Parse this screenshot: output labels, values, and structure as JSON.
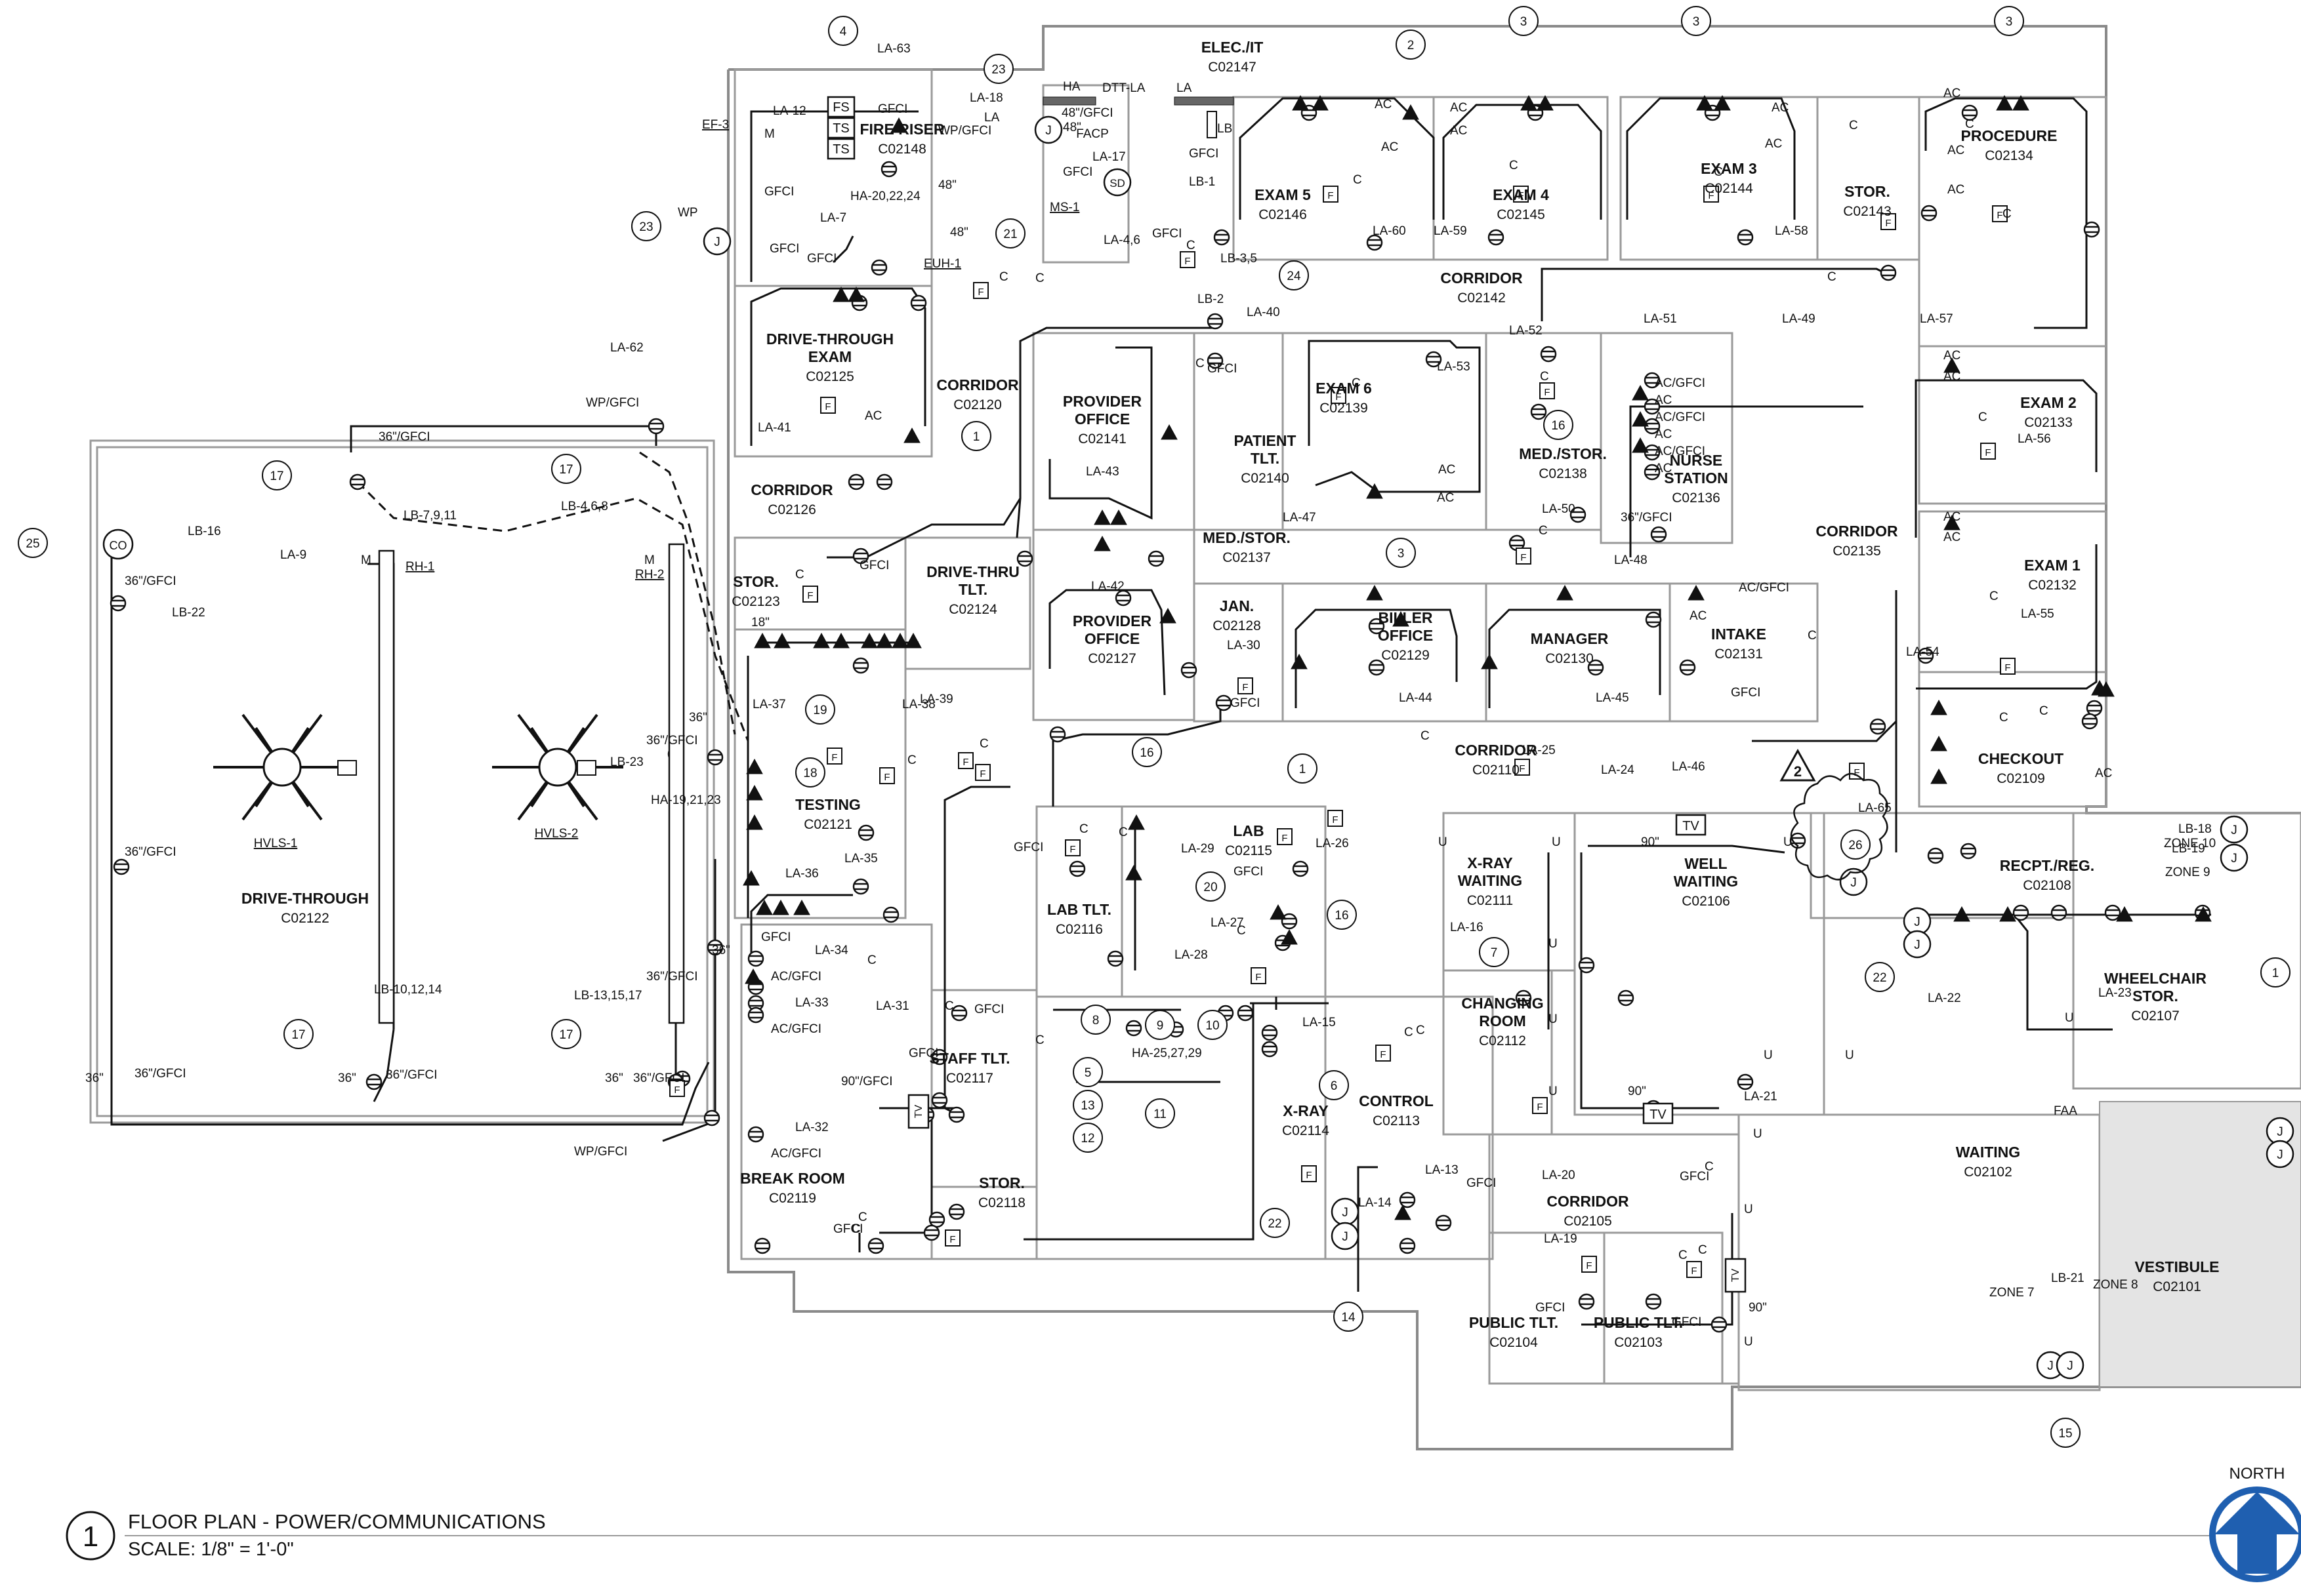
{
  "sheet": {
    "title_number": "1",
    "title": "FLOOR PLAN - POWER/COMMUNICATIONS",
    "scale": "SCALE:  1/8\" = 1'-0\"",
    "north": "NORTH"
  },
  "rooms": [
    {
      "name": "ELEC./IT",
      "number": "C02147"
    },
    {
      "name": "FIRE RISER",
      "number": "C02148"
    },
    {
      "name": "EXAM 5",
      "number": "C02146"
    },
    {
      "name": "EXAM 4",
      "number": "C02145"
    },
    {
      "name": "EXAM 3",
      "number": "C02144"
    },
    {
      "name": "STOR.",
      "number": "C02143"
    },
    {
      "name": "PROCEDURE",
      "number": "C02134"
    },
    {
      "name": "DRIVE-THROUGH EXAM",
      "number": "C02125"
    },
    {
      "name": "CORRIDOR",
      "number": "C02120"
    },
    {
      "name": "CORRIDOR",
      "number": "C02142"
    },
    {
      "name": "PROVIDER OFFICE",
      "number": "C02141"
    },
    {
      "name": "PATIENT TLT.",
      "number": "C02140"
    },
    {
      "name": "EXAM 6",
      "number": "C02139"
    },
    {
      "name": "MED./STOR.",
      "number": "C02138"
    },
    {
      "name": "NURSE STATION",
      "number": "C02136"
    },
    {
      "name": "EXAM 2",
      "number": "C02133"
    },
    {
      "name": "CORRIDOR",
      "number": "C02126"
    },
    {
      "name": "MED./STOR.",
      "number": "C02137"
    },
    {
      "name": "CORRIDOR",
      "number": "C02135"
    },
    {
      "name": "EXAM 1",
      "number": "C02132"
    },
    {
      "name": "STOR.",
      "number": "C02123"
    },
    {
      "name": "DRIVE-THRU TLT.",
      "number": "C02124"
    },
    {
      "name": "PROVIDER OFFICE",
      "number": "C02127"
    },
    {
      "name": "JAN.",
      "number": "C02128"
    },
    {
      "name": "BILLER OFFICE",
      "number": "C02129"
    },
    {
      "name": "MANAGER",
      "number": "C02130"
    },
    {
      "name": "INTAKE",
      "number": "C02131"
    },
    {
      "name": "CORRIDOR",
      "number": "C02110"
    },
    {
      "name": "CHECKOUT",
      "number": "C02109"
    },
    {
      "name": "TESTING",
      "number": "C02121"
    },
    {
      "name": "LAB",
      "number": "C02115"
    },
    {
      "name": "X-RAY WAITING",
      "number": "C02111"
    },
    {
      "name": "WELL WAITING",
      "number": "C02106"
    },
    {
      "name": "RECPT./REG.",
      "number": "C02108"
    },
    {
      "name": "DRIVE-THROUGH",
      "number": "C02122"
    },
    {
      "name": "LAB TLT.",
      "number": "C02116"
    },
    {
      "name": "CHANGING ROOM",
      "number": "C02112"
    },
    {
      "name": "WHEELCHAIR STOR.",
      "number": "C02107"
    },
    {
      "name": "STAFF TLT.",
      "number": "C02117"
    },
    {
      "name": "CONTROL",
      "number": "C02113"
    },
    {
      "name": "X-RAY",
      "number": "C02114"
    },
    {
      "name": "WAITING",
      "number": "C02102"
    },
    {
      "name": "BREAK ROOM",
      "number": "C02119"
    },
    {
      "name": "STOR.",
      "number": "C02118"
    },
    {
      "name": "CORRIDOR",
      "number": "C02105"
    },
    {
      "name": "VESTIBULE",
      "number": "C02101"
    },
    {
      "name": "PUBLIC TLT.",
      "number": "C02104"
    },
    {
      "name": "PUBLIC TLT.",
      "number": "C02103"
    }
  ],
  "keynotes": [
    "1",
    "2",
    "3",
    "4",
    "5",
    "6",
    "7",
    "8",
    "9",
    "10",
    "11",
    "12",
    "13",
    "14",
    "15",
    "16",
    "17",
    "18",
    "19",
    "20",
    "21",
    "22",
    "23",
    "24",
    "25",
    "26"
  ],
  "equipment": {
    "ef": "EF-3",
    "euh": "EUH-1",
    "ms": "MS-1",
    "rh1": "RH-1",
    "rh2": "RH-2",
    "hvls1": "HVLS-1",
    "hvls2": "HVLS-2",
    "facp": "FACP",
    "faa": "FAA",
    "dtt": "DTT-LA",
    "fs": "FS",
    "ts": "TS",
    "sd": "SD",
    "co": "CO",
    "tv": "TV",
    "j": "J",
    "f": "F"
  },
  "symbol_labels": {
    "gfci": "GFCI",
    "wp_gfci": "WP/GFCI",
    "ac": "AC",
    "ac_gfci": "AC/GFCI",
    "c": "C",
    "m": "M",
    "u": "U",
    "wp": "WP",
    "ha": "HA",
    "la": "LA",
    "lb": "LB",
    "h36_gfci": "36\"/GFCI",
    "h90_gfci": "90\"/GFCI",
    "h48_gfci": "48\"/GFCI",
    "h36": "36\"",
    "h48": "48\"",
    "h18": "18\"",
    "h90": "90\"",
    "zone10": "ZONE 10",
    "zone9": "ZONE 9",
    "zone7": "ZONE 7",
    "zone8": "ZONE 8",
    "rev": "2"
  },
  "circuits": [
    "LA-63",
    "LA-12",
    "LA-18",
    "LA-17",
    "LA-7",
    "HA-20,22,24",
    "LA-4,6",
    "LB-3,5",
    "LB-2",
    "LB-1",
    "LA-60",
    "LA-59",
    "LA-58",
    "LA-57",
    "LA-40",
    "LA-53",
    "LA-52",
    "LA-51",
    "LA-49",
    "LA-62",
    "LA-41",
    "LA-43",
    "LA-56",
    "LA-47",
    "LA-50",
    "LA-48",
    "LA-55",
    "LA-54",
    "LB-16",
    "LB-22",
    "LB-7,9,11",
    "LB-4,6,8",
    "LA-9",
    "LA-42",
    "LA-30",
    "LA-44",
    "LA-45",
    "LA-46",
    "LA-37",
    "LA-38",
    "LA-39",
    "LB-23",
    "HA-19,21,23",
    "LA-25",
    "LA-24",
    "LA-65",
    "LA-35",
    "LA-36",
    "LA-29",
    "LA-26",
    "LA-27",
    "LA-28",
    "LA-16",
    "LB-18",
    "LB-19",
    "LA-34",
    "LA-33",
    "LA-31",
    "LA-15",
    "HA-25,27,29",
    "LA-22",
    "LA-23",
    "LB-10,12,14",
    "LB-13,15,17",
    "LA-32",
    "LA-21",
    "LA-14",
    "LA-13",
    "LA-20",
    "LA-19",
    "LB-21"
  ],
  "colors": {
    "ink": "#111111",
    "wall": "#8a8a8a",
    "north": "#1f5fb0",
    "highlight": "#22a6c9"
  }
}
